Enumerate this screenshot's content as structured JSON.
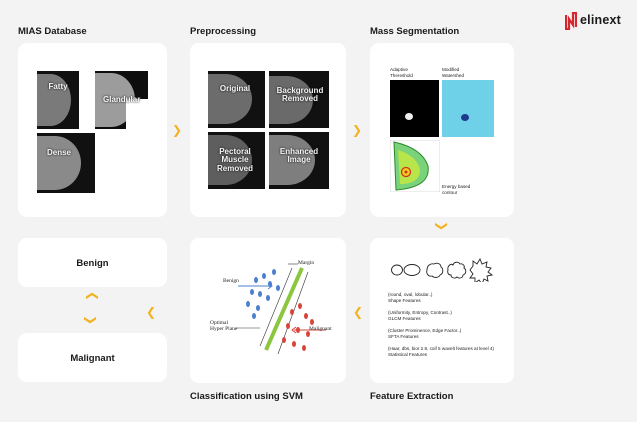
{
  "brand": {
    "name": "elinext",
    "color": "#d8262e"
  },
  "accent": "#f2b320",
  "sections": {
    "mias": {
      "title": "MIAS Database",
      "images": [
        "Fatty",
        "Glandular",
        "Dense"
      ]
    },
    "preprocessing": {
      "title": "Preprocessing",
      "images": [
        "Original",
        "Background Removed",
        "Pectoral Muscle Removed",
        "Enhanced Image"
      ]
    },
    "segmentation": {
      "title": "Mass Segmentation",
      "adaptive": "Adaptive Thereshold",
      "watershed": "Modified Watershed",
      "energy": "Energy based contour"
    },
    "features": {
      "title": "Feature Extraction",
      "items": [
        {
          "desc": "(round, oval, lobular..)",
          "name": "Shape Features"
        },
        {
          "desc": "(Uniformity, Entropy, Contrast..)",
          "name": "GLCM Features"
        },
        {
          "desc": "(Cluster Prominence, Edge Factor..)",
          "name": "SFTA Features"
        },
        {
          "desc": "(Haar, dbs, bior 2.8, coif 5 wavelt features at level 4)",
          "name": "Statistical Features"
        }
      ]
    },
    "svm": {
      "title": "Classification using SVM",
      "benign": "Benign",
      "margin": "Margin",
      "optimal": "Optimal Hyper Plane",
      "malignant": "Malignant"
    },
    "outputs": {
      "benign": "Benign",
      "malignant": "Malignant"
    }
  }
}
